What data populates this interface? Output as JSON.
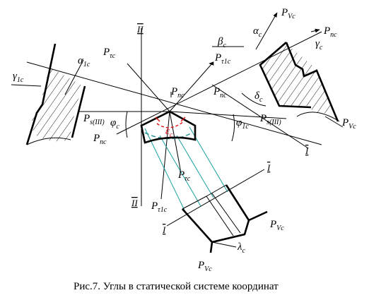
{
  "caption": "Рис.7. Углы в статической системе координат",
  "axes": {
    "axis_II_top": "II",
    "axis_II_bottom": "II",
    "axis_I_right": "I",
    "axis_I_mid": "I",
    "axis_I_bottom": "I"
  },
  "labels": {
    "P_vc_top": {
      "main": "P",
      "sub": "Vc"
    },
    "P_nc_top": {
      "main": "P",
      "sub": "nc"
    },
    "alpha_c": {
      "main": "α",
      "sub": "c"
    },
    "gamma_c": {
      "main": "γ",
      "sub": "c"
    },
    "beta_c": {
      "main": "β",
      "sub": "c"
    },
    "P_tau1c_top": {
      "main": "P",
      "sub": "τ1c"
    },
    "alpha_1c": {
      "main": "α",
      "sub": "1c"
    },
    "P_tauc_top": {
      "main": "P",
      "sub": "τc"
    },
    "gamma_1c": {
      "main": "γ",
      "sub": "1c"
    },
    "P_nc_center": {
      "main": "P",
      "sub": "nc"
    },
    "P_nc_right": {
      "main": "P",
      "sub": "nc"
    },
    "delta_c": {
      "main": "δ",
      "sub": "c"
    },
    "P_s3_left": {
      "main": "P",
      "sub": "s(III)"
    },
    "phi_c": {
      "main": "φ",
      "sub": "c"
    },
    "phi_1c": {
      "main": "φ",
      "sub": "1c"
    },
    "P_s3_right": {
      "main": "P",
      "sub": "s(III)"
    },
    "P_vc_right": {
      "main": "P",
      "sub": "Vc"
    },
    "P_nc_left": {
      "main": "P",
      "sub": "nc"
    },
    "epsilon_c": {
      "main": "ε",
      "sub": "c"
    },
    "P_tauc_bottom": {
      "main": "P",
      "sub": "τc"
    },
    "P_tau1c_bottom": {
      "main": "P",
      "sub": "τ1c"
    },
    "P_vc_mid": {
      "main": "P",
      "sub": "Vc"
    },
    "lambda_c": {
      "main": "λ",
      "sub": "c"
    },
    "P_vc_bottom": {
      "main": "P",
      "sub": "Vc"
    }
  }
}
